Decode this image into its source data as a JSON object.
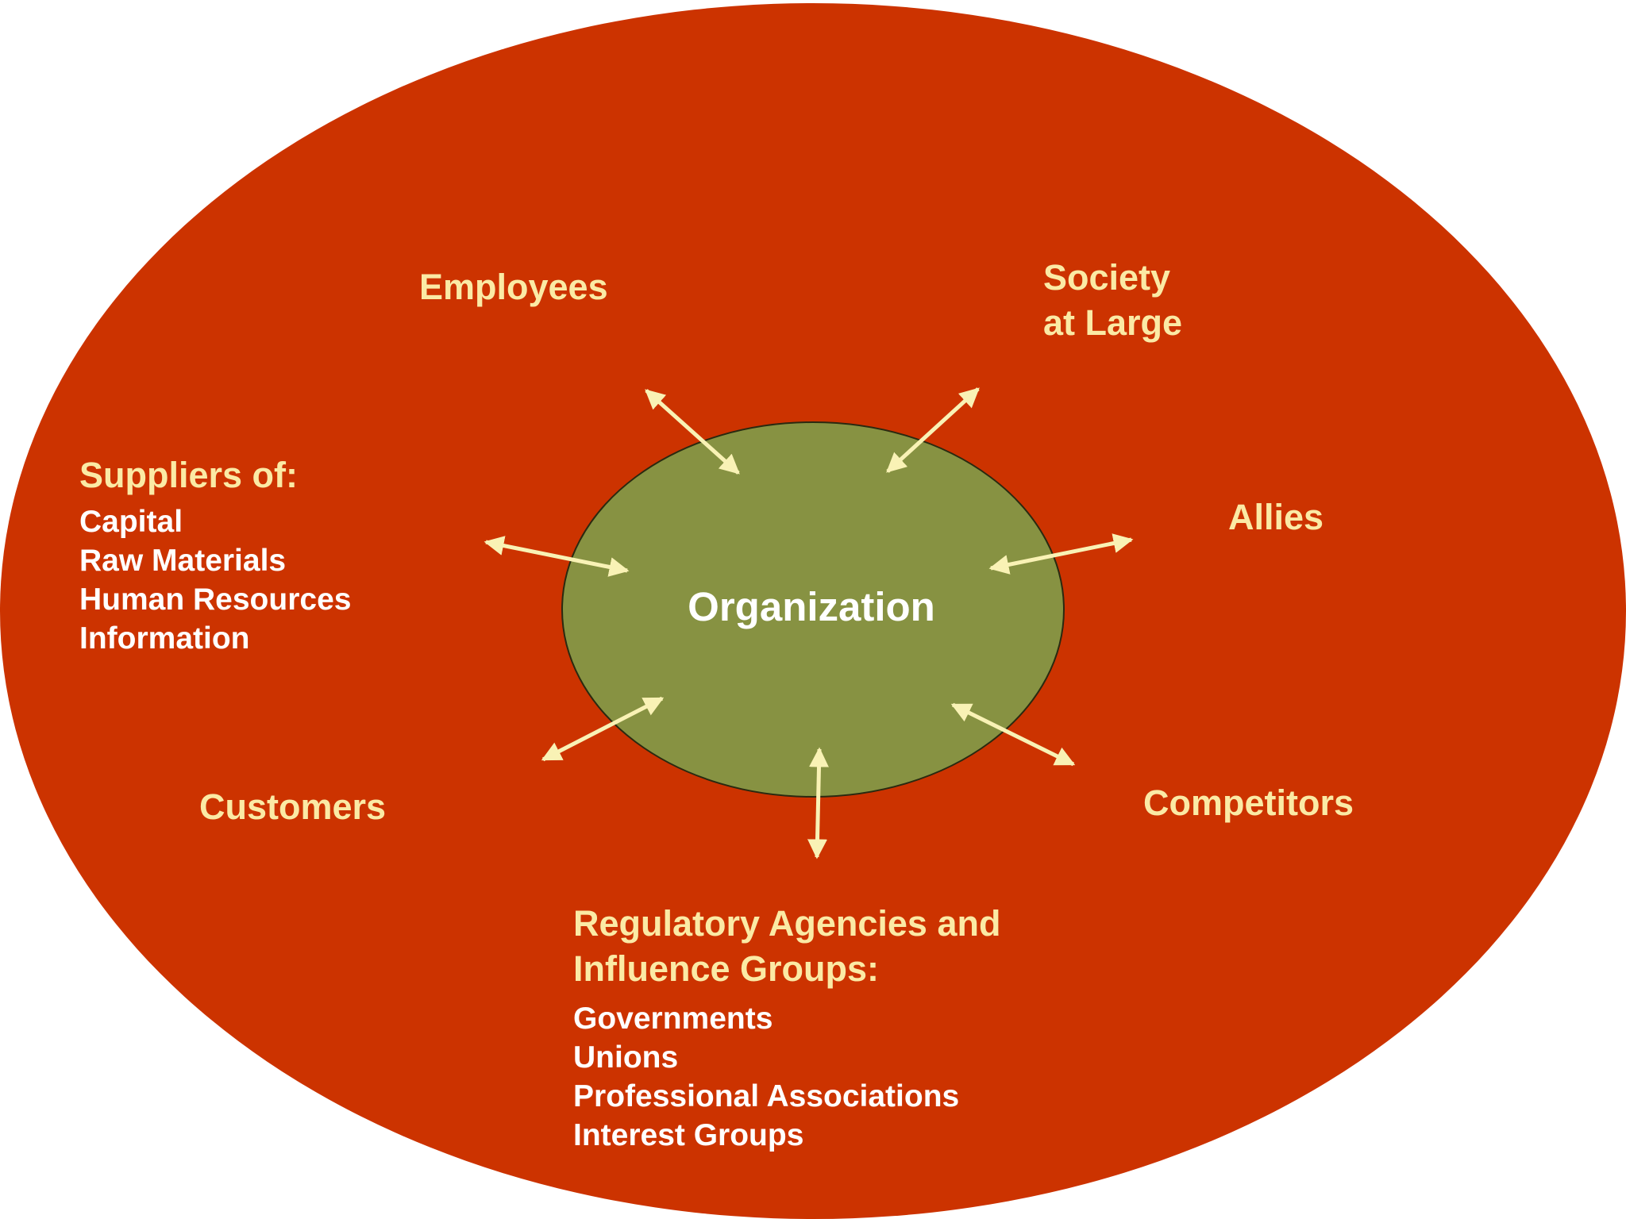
{
  "colors": {
    "outer_fill": "#cc3300",
    "inner_fill": "#879242",
    "arrow": "#f9f2b5",
    "heading_text": "#fbeaa5",
    "item_text": "#ffffff"
  },
  "center": {
    "label": "Organization"
  },
  "stakeholders": {
    "employees": "Employees",
    "society_line1": "Society",
    "society_line2": "at Large",
    "allies": "Allies",
    "competitors": "Competitors",
    "customers": "Customers",
    "suppliers": {
      "heading": "Suppliers of:",
      "items": [
        "Capital",
        "Raw Materials",
        "Human Resources",
        "Information"
      ]
    },
    "regulatory": {
      "heading_line1": "Regulatory Agencies and",
      "heading_line2": "Influence Groups:",
      "items": [
        "Governments",
        "Unions",
        "Professional Associations",
        "Interest Groups"
      ]
    }
  }
}
